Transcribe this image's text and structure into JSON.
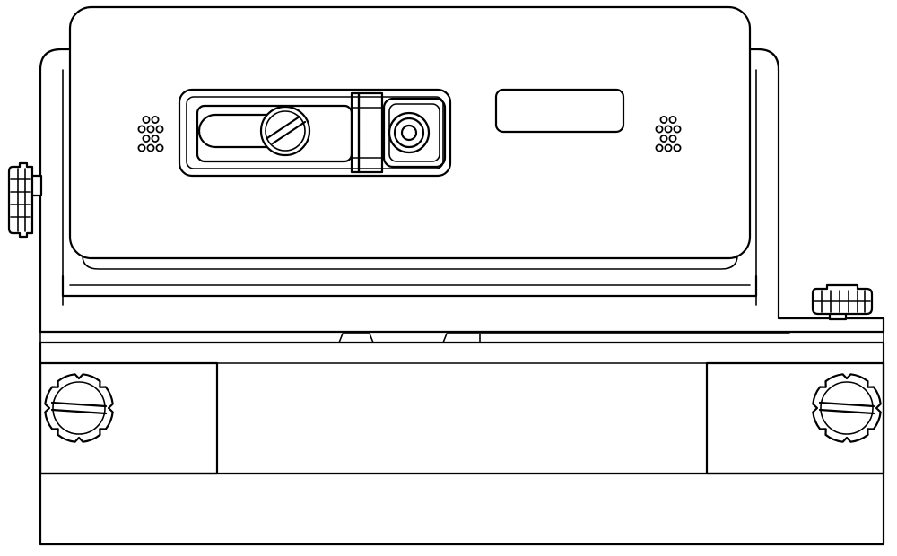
{
  "drawing": {
    "style": "line-art",
    "line_color": "#000000",
    "background_color": "#ffffff"
  },
  "components": {
    "device_body": {
      "icon": "rounded-housing"
    },
    "speaker_grille_left": {
      "icon": "speaker-grille",
      "holes": 10
    },
    "speaker_grille_right": {
      "icon": "speaker-grille",
      "holes": 10
    },
    "lens_module": {
      "icon": "camera-lens"
    },
    "slot_screw": {
      "icon": "slot-screw"
    },
    "display_window": {
      "icon": "blank-window"
    },
    "knob_left": {
      "icon": "knurled-knob"
    },
    "knob_right": {
      "icon": "knurled-knob"
    },
    "base_screw_left": {
      "icon": "slotted-screw-head"
    },
    "base_screw_right": {
      "icon": "slotted-screw-head"
    }
  }
}
